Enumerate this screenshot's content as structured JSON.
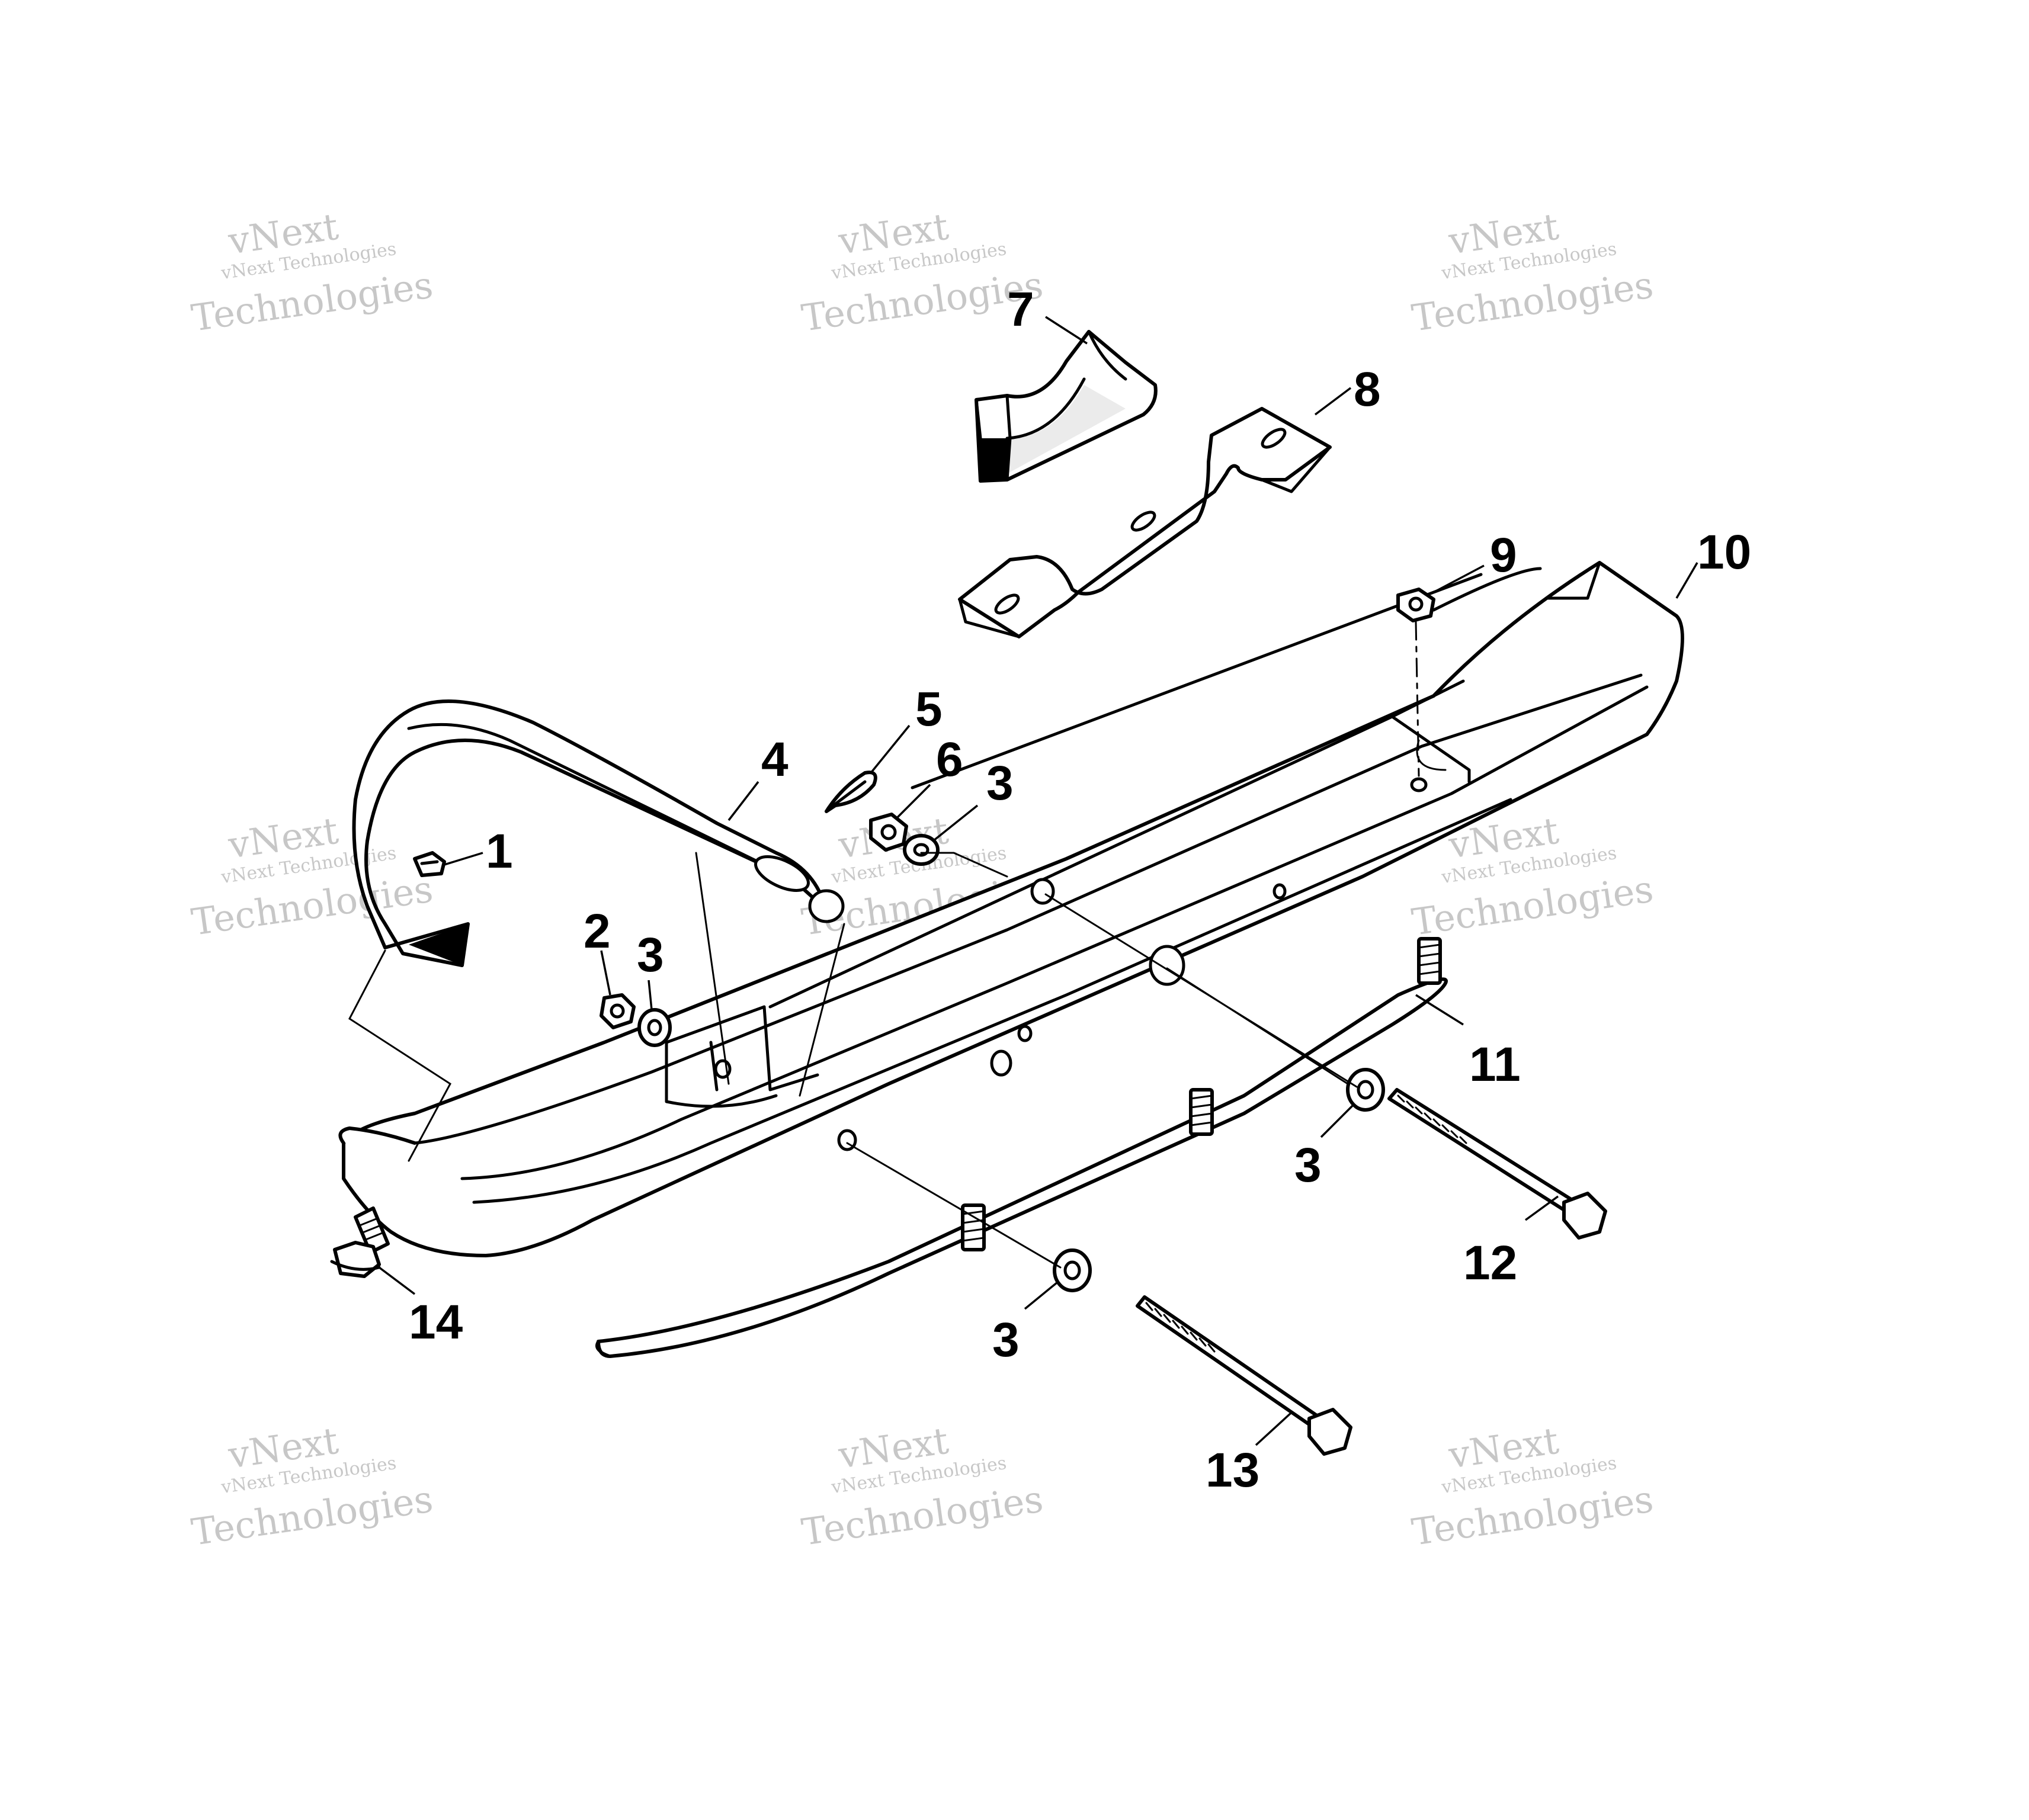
{
  "diagram": {
    "callouts": [
      {
        "id": "c1",
        "label": "1"
      },
      {
        "id": "c2",
        "label": "2"
      },
      {
        "id": "c3a",
        "label": "3"
      },
      {
        "id": "c4",
        "label": "4"
      },
      {
        "id": "c5",
        "label": "5"
      },
      {
        "id": "c6",
        "label": "6"
      },
      {
        "id": "c3b",
        "label": "3"
      },
      {
        "id": "c7",
        "label": "7"
      },
      {
        "id": "c8",
        "label": "8"
      },
      {
        "id": "c9",
        "label": "9"
      },
      {
        "id": "c10",
        "label": "10"
      },
      {
        "id": "c11",
        "label": "11"
      },
      {
        "id": "c3c",
        "label": "3"
      },
      {
        "id": "c12",
        "label": "12"
      },
      {
        "id": "c3d",
        "label": "3"
      },
      {
        "id": "c13",
        "label": "13"
      },
      {
        "id": "c14",
        "label": "14"
      }
    ]
  },
  "watermark": {
    "line_small": "vNext Technologies",
    "line_top": "vNext",
    "line_big": "Technologies"
  }
}
